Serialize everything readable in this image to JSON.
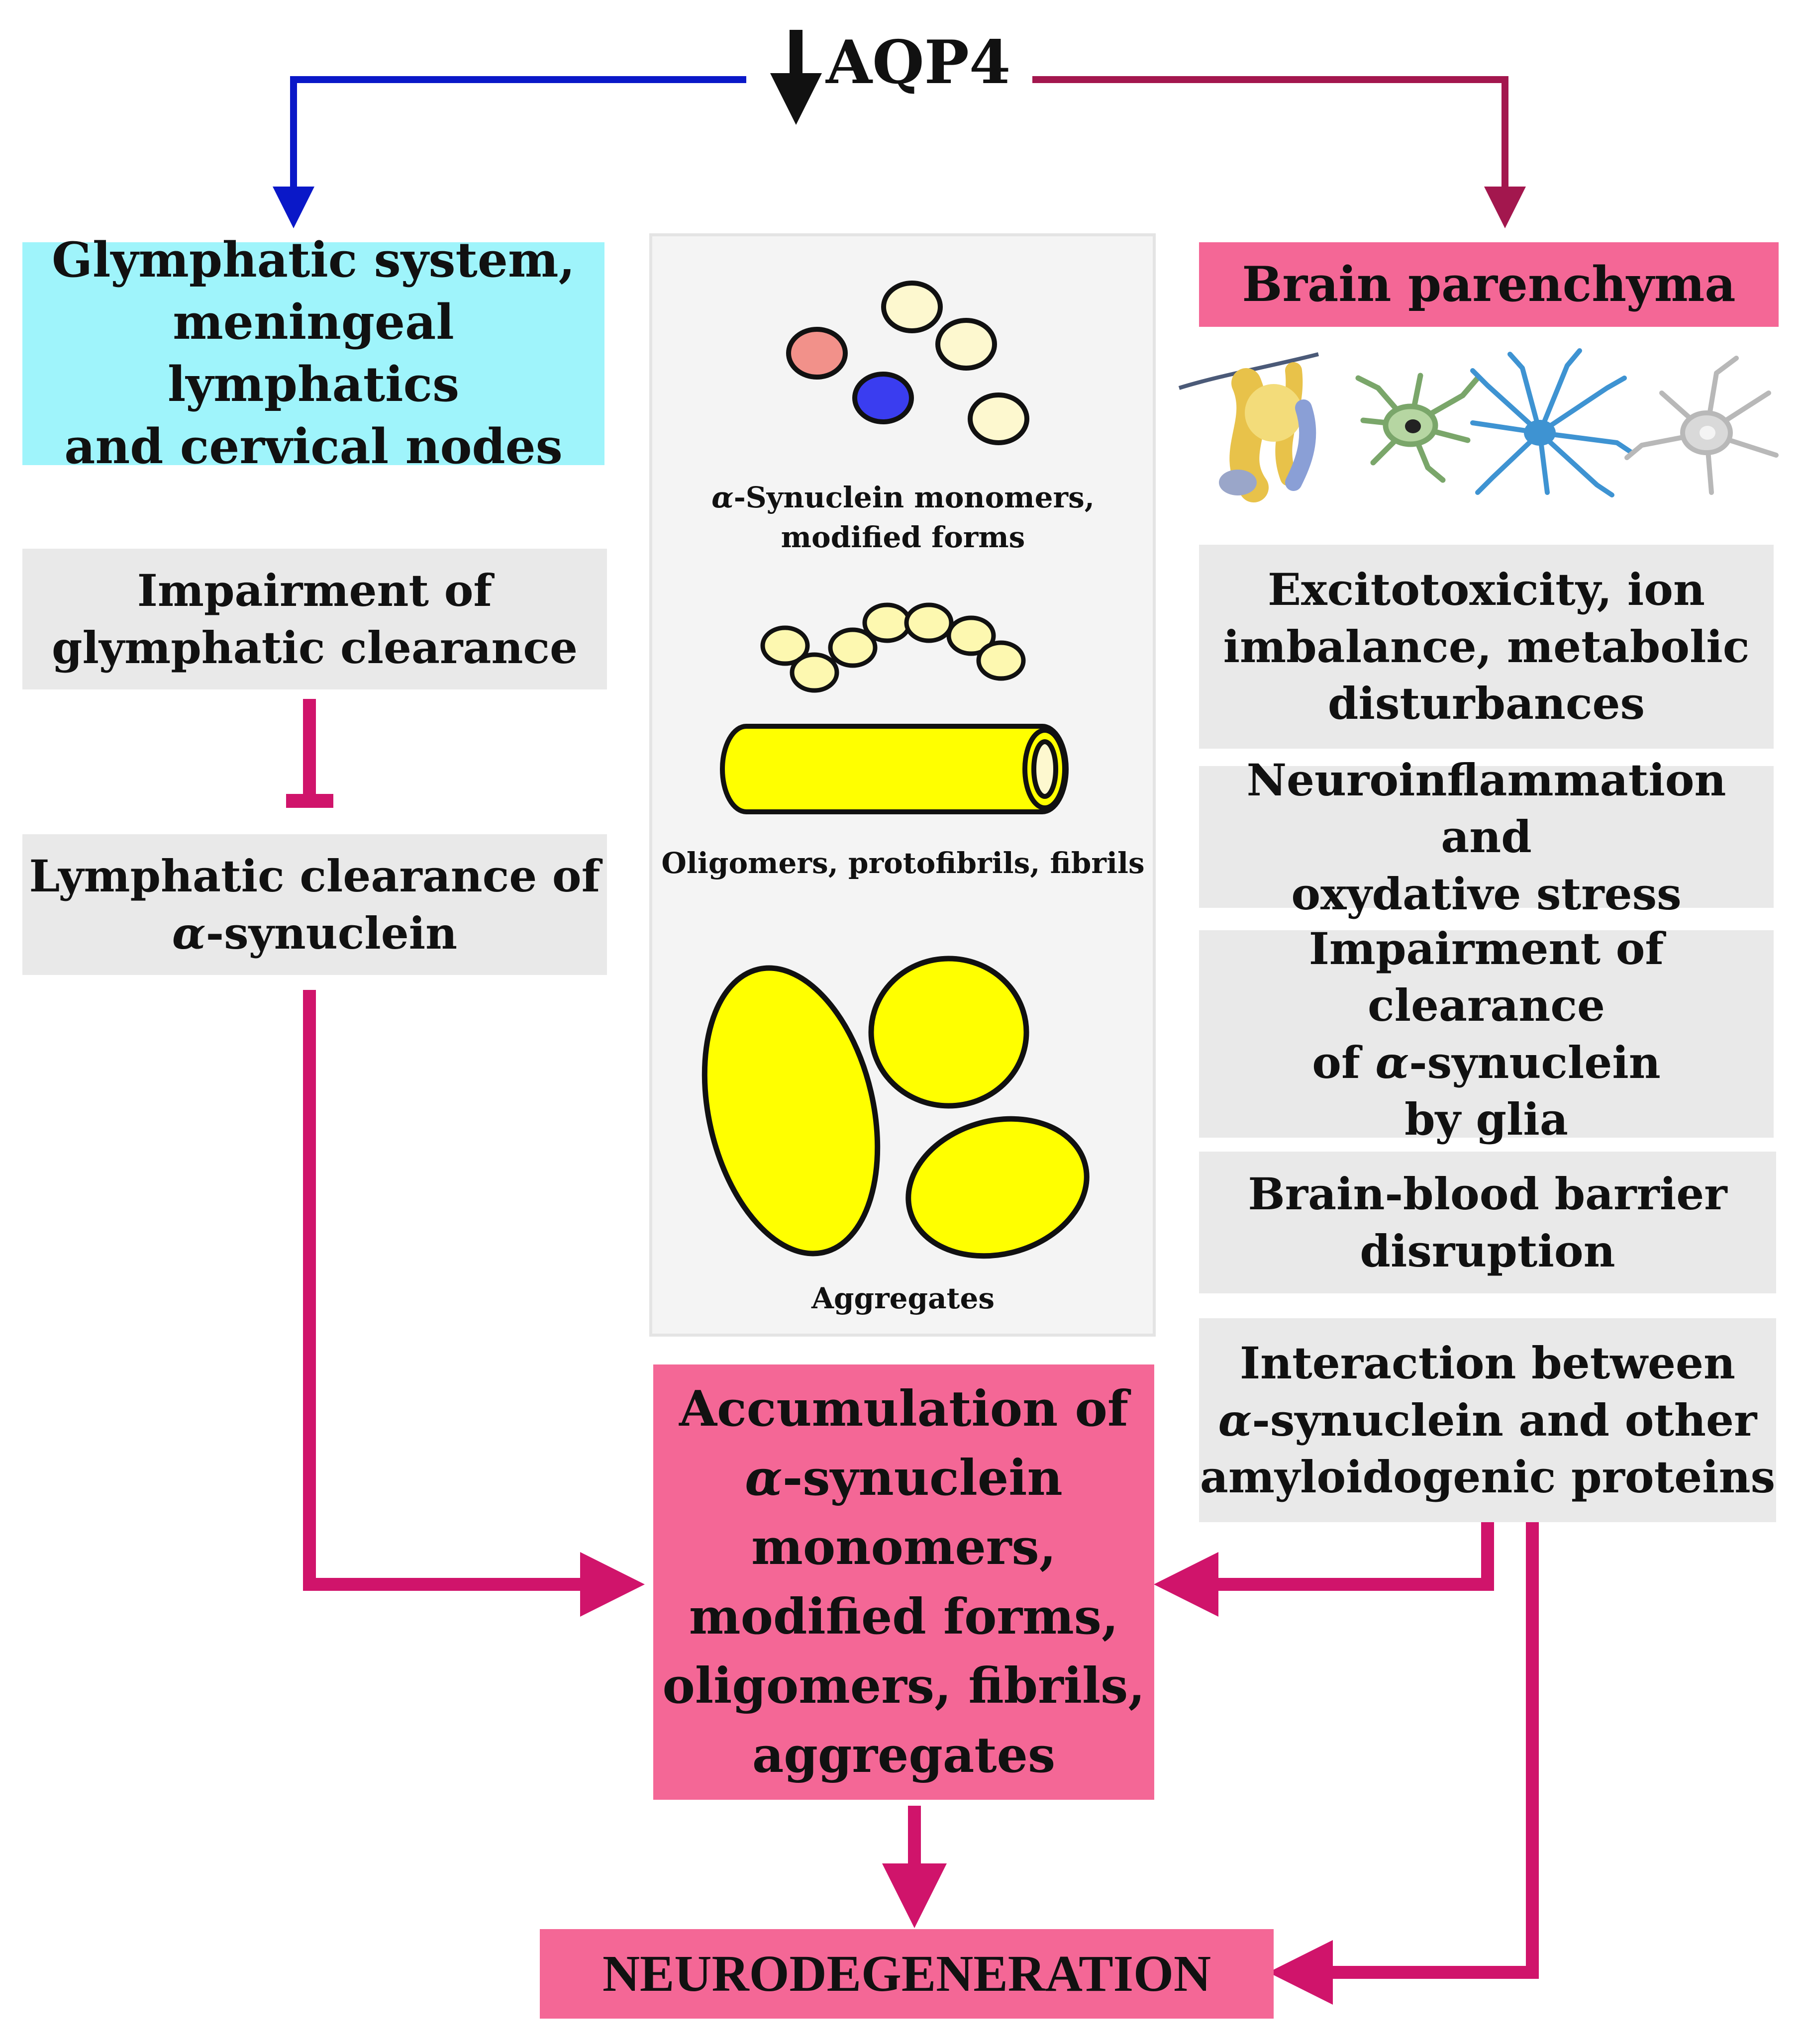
{
  "top": {
    "label": "AQP4",
    "arrow": "↓"
  },
  "left": {
    "header": [
      "Glymphatic system,",
      "meningeal lymphatics",
      "and cervical nodes"
    ],
    "box1": [
      "Impairment of",
      "glymphatic clearance"
    ],
    "box2": [
      "Lymphatic clearance of",
      "α-synuclein"
    ]
  },
  "center": {
    "label_monomers": [
      "α-Synuclein monomers,",
      "modified forms"
    ],
    "label_oligomers": "Oligomers, protofibrils, fibrils",
    "label_aggregates": "Aggregates",
    "accumulation": [
      "Accumulation of",
      "α-synuclein",
      "monomers,",
      "modified forms,",
      "oligomers, fibrils,",
      "aggregates"
    ]
  },
  "right": {
    "header": "Brain parenchyma",
    "items": [
      [
        "Excitotoxicity, ion",
        "imbalance, metabolic",
        "disturbances"
      ],
      [
        "Neuroinflammation and",
        "oxydative stress"
      ],
      [
        "Impairment of clearance",
        "of α-synuclein",
        "by glia"
      ],
      [
        "Brain-blood barrier",
        "disruption"
      ],
      [
        "Interaction between",
        "α-synuclein and other",
        "amyloidogenic proteins"
      ]
    ]
  },
  "bottom": {
    "label": "NEURODEGENERATION"
  },
  "colors": {
    "blue_arrow": "#0a18c8",
    "maroon_arrow": "#a3174e",
    "magenta_arrow": "#d0146b",
    "pink_box": "#f46796",
    "cyan_box": "#9ff4fb",
    "grey_box": "#e9e9e9",
    "yellow": "#ffff00",
    "pale_yellow": "#fdf8cf",
    "salmon": "#f2918a",
    "blue_dot": "#3a3df0"
  }
}
